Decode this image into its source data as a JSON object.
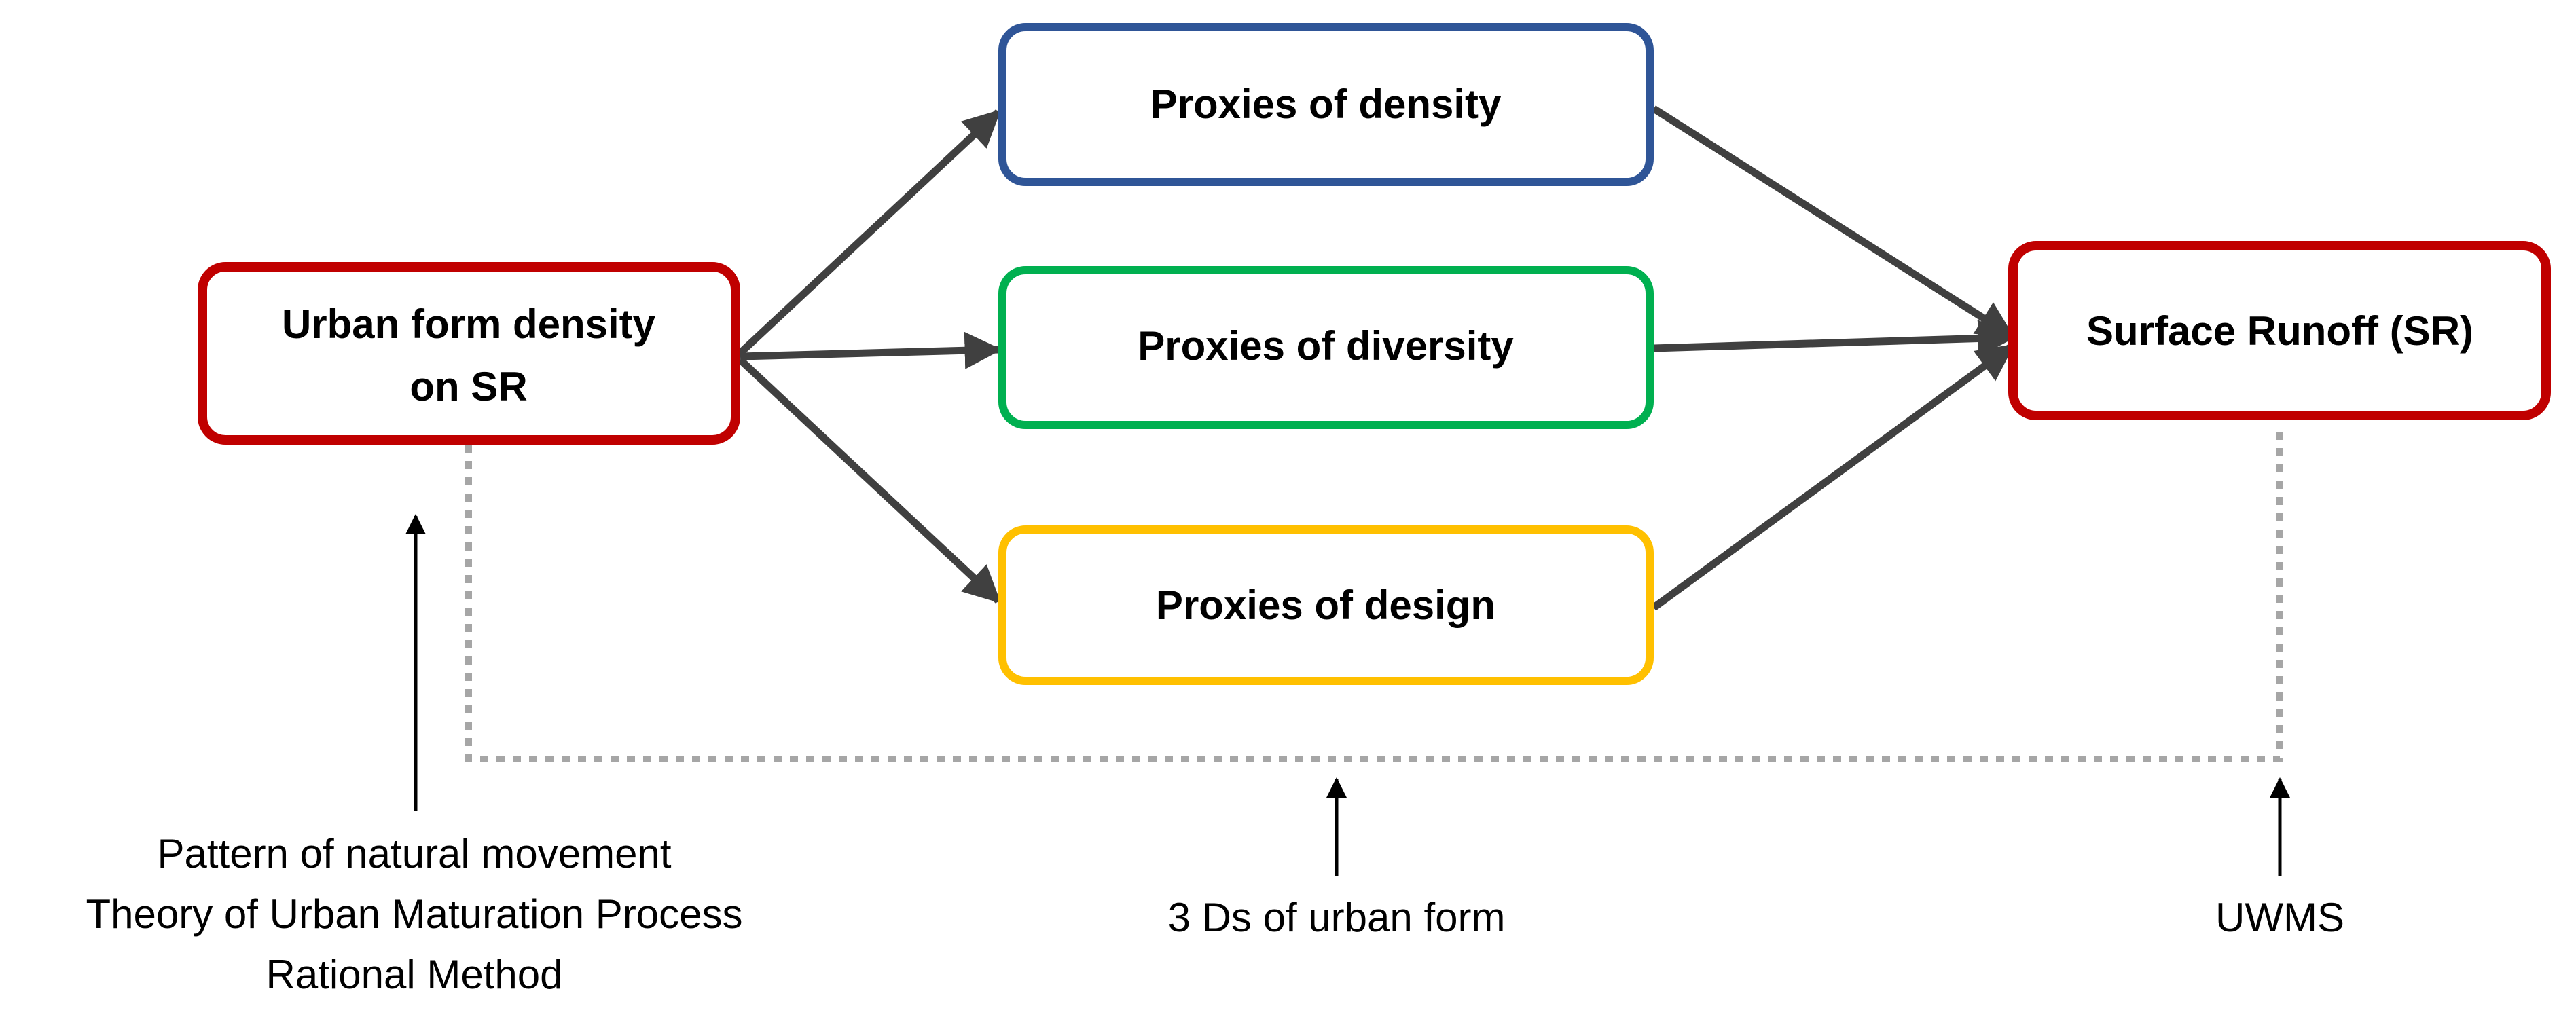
{
  "nodes": {
    "urban_form": {
      "line1": "Urban form density",
      "line2": "on SR",
      "color": "#C00000"
    },
    "density": {
      "label": "Proxies of density",
      "color": "#2F5597"
    },
    "diversity": {
      "label": "Proxies of diversity",
      "color": "#00B050"
    },
    "design": {
      "label": "Proxies of design",
      "color": "#FFC000"
    },
    "surface_runoff": {
      "label": "Surface Runoff (SR)",
      "color": "#C00000"
    }
  },
  "annotations": {
    "left": {
      "line1": "Pattern of natural movement",
      "line2": "Theory of Urban Maturation Process",
      "line3": "Rational Method"
    },
    "middle": "3 Ds of urban form",
    "right": "UWMS"
  },
  "colors": {
    "arrow": "#404040",
    "dotted": "#A6A6A6"
  }
}
